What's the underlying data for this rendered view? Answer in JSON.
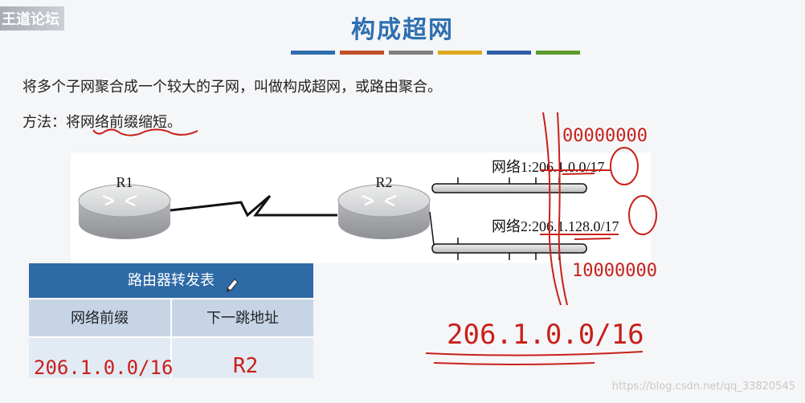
{
  "header": {
    "logo_text": "王道论坛",
    "title": "构成超网"
  },
  "stripes": [
    "#2f6fae",
    "#c0502a",
    "#7f7f7f",
    "#e0a820",
    "#2f5fa8",
    "#5b9a2c"
  ],
  "text": {
    "line1": "将多个子网聚合成一个较大的子网，叫做构成超网，或路由聚合。",
    "line2": "方法：将网络前缀缩短。"
  },
  "diagram": {
    "router1": "R1",
    "router2": "R2",
    "net1_label": "网络1:206.1.0.0/17",
    "net2_label": "网络2:206.1.128.0/17"
  },
  "table": {
    "title": "路由器转发表",
    "col_prefix": "网络前缀",
    "col_next_hop": "下一跳地址"
  },
  "handwriting": {
    "bits1": "00000000",
    "bits2": "10000000",
    "summary": "206.1.0.0/16",
    "cell_prefix": "206.1.0.0/16",
    "cell_hop": "R2"
  },
  "watermark": "https://blog.csdn.net/qq_33820545"
}
